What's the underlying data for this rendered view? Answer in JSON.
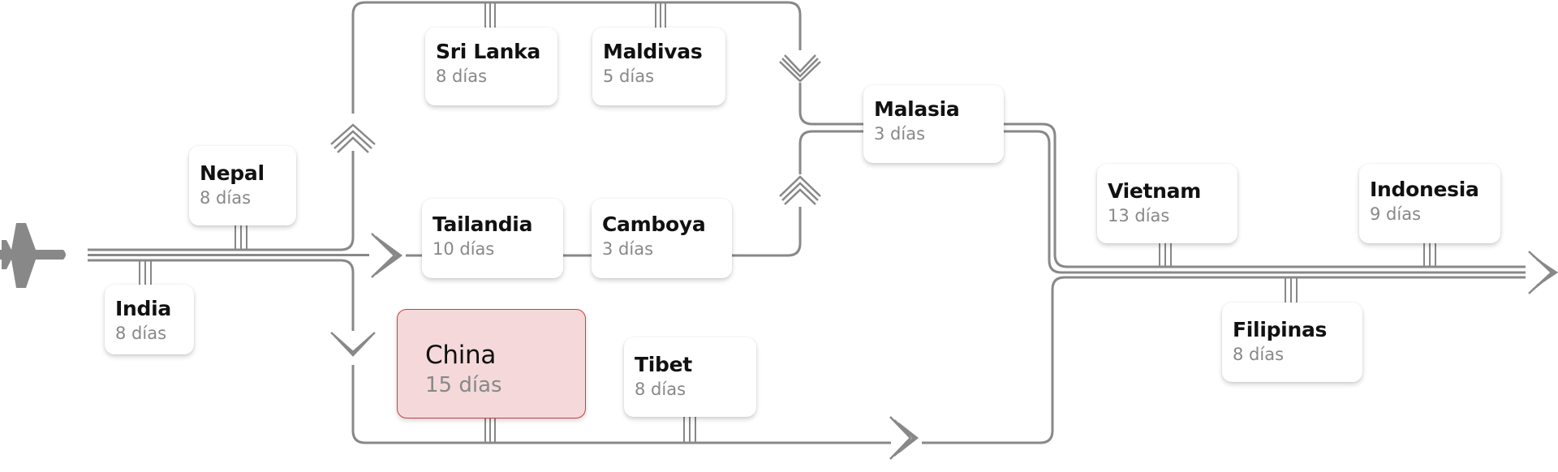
{
  "colors": {
    "line": "#888888",
    "highlight_fill": "#f5d9da",
    "highlight_border": "#d33c3c"
  },
  "start_icon": "airplane-icon",
  "destinations": [
    {
      "id": "india",
      "name": "India",
      "days": "8 días"
    },
    {
      "id": "nepal",
      "name": "Nepal",
      "days": "8 días"
    },
    {
      "id": "sri-lanka",
      "name": "Sri Lanka",
      "days": "8 días"
    },
    {
      "id": "maldivas",
      "name": "Maldivas",
      "days": "5 días"
    },
    {
      "id": "malasia",
      "name": "Malasia",
      "days": "3 días"
    },
    {
      "id": "tailandia",
      "name": "Tailandia",
      "days": "10 días"
    },
    {
      "id": "camboya",
      "name": "Camboya",
      "days": "3 días"
    },
    {
      "id": "china",
      "name": "China",
      "days": "15 días",
      "highlighted": true
    },
    {
      "id": "tibet",
      "name": "Tibet",
      "days": "8 días"
    },
    {
      "id": "vietnam",
      "name": "Vietnam",
      "days": "13 días"
    },
    {
      "id": "indonesia",
      "name": "Indonesia",
      "days": "9 días"
    },
    {
      "id": "filipinas",
      "name": "Filipinas",
      "days": "8 días"
    }
  ]
}
